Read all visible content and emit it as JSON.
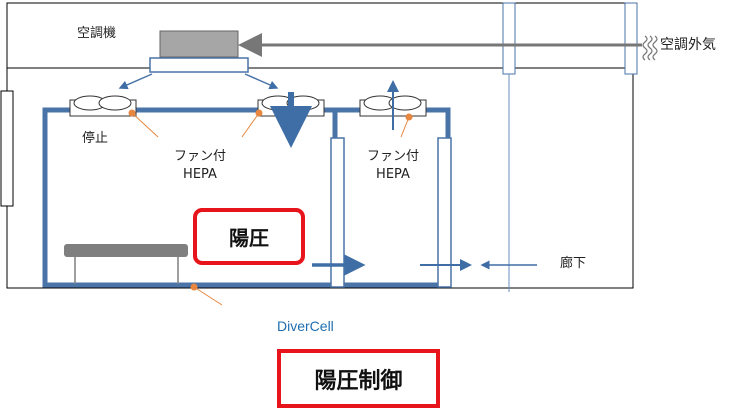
{
  "labels": {
    "aircon": "空調機",
    "outside_air": "空調外気",
    "stopped": "停止",
    "fan_hepa_left": [
      "ファン付",
      "HEPA"
    ],
    "fan_hepa_right": [
      "ファン付",
      "HEPA"
    ],
    "corridor": "廊下",
    "divercell": "DiverCell",
    "positive_pressure": "陽圧",
    "positive_pressure_control": "陽圧制御"
  },
  "colors": {
    "wall_blue": "#4a74a8",
    "arrow_blue": "#3e6ea5",
    "accent_red": "#e8141b",
    "leader_orange": "#e8873f",
    "gray_unit": "#a6a6a6",
    "dark_gray_bed": "#7f7f7f",
    "divercell_text": "#1f6fb0"
  },
  "icons": [
    "hepa-filter-icon",
    "air-conditioner-icon",
    "bed-icon",
    "wavy-air-icon"
  ]
}
